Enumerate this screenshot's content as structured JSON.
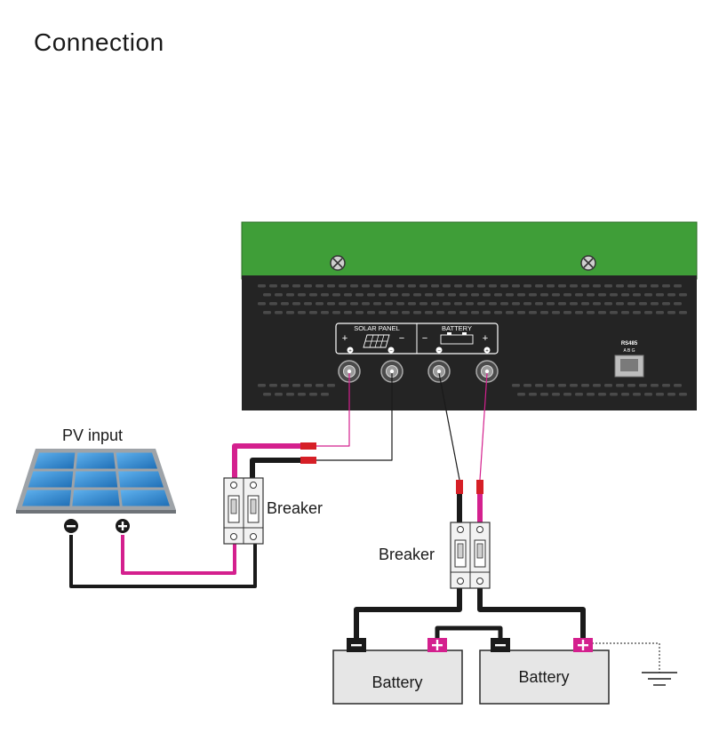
{
  "title": "Connection",
  "labels": {
    "pv_input": "PV input",
    "breaker_pv": "Breaker",
    "breaker_battery": "Breaker",
    "battery_1": "Battery",
    "battery_2": "Battery",
    "panel_solar": "SOLAR PANEL",
    "panel_battery": "BATTERY",
    "rs485": "RS485",
    "rs485_pins": "A B G"
  },
  "colors": {
    "inverter_top": "#3f9e38",
    "inverter_body": "#242424",
    "positive_wire": "#d4208e",
    "negative_wire": "#1a1a1a",
    "battery_fill": "#e6e6e6",
    "solar_cell": "#2f86cf"
  }
}
